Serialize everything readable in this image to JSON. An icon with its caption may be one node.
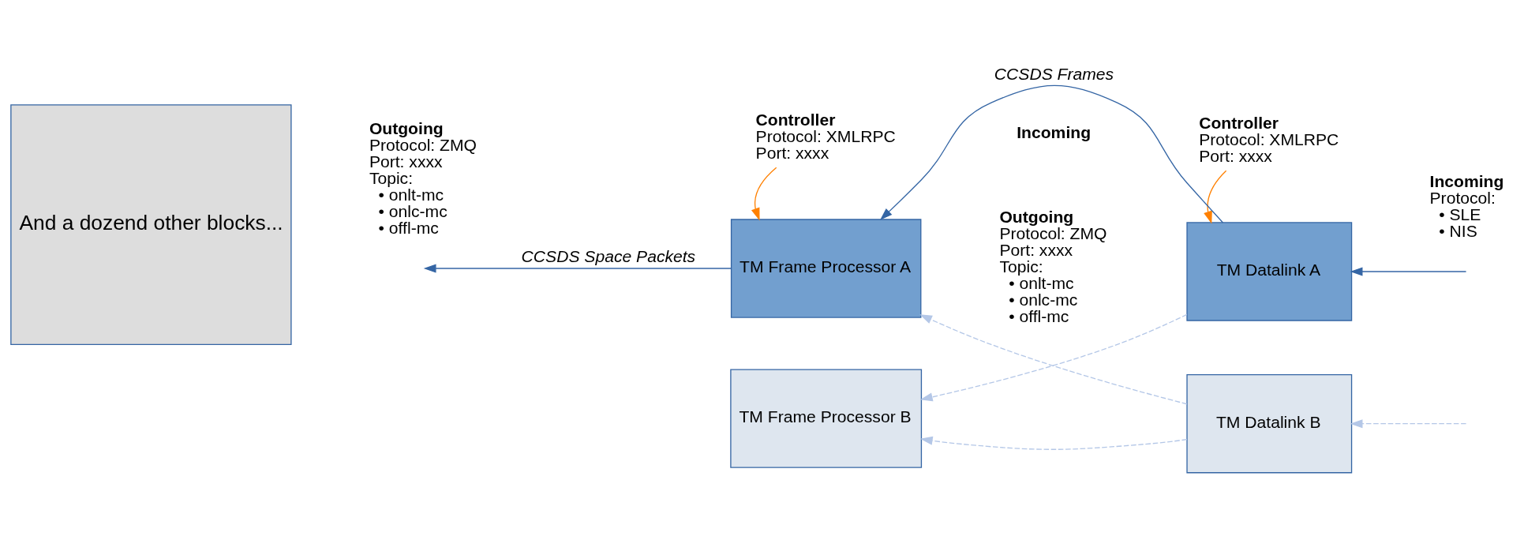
{
  "diagram": {
    "nodes": [
      {
        "text": [
          "Controller",
          "Protocol: XMLRPC",
          "Port: xxxx"
        ]
      },
      {
        "text": [
          "TM Frame Processor A"
        ]
      },
      {
        "text": [
          "Controller",
          "Protocol: XMLRPC",
          "Port: xxxx"
        ]
      },
      {
        "text": [
          "TM Datalink A"
        ]
      },
      {
        "text": [
          "TM Frame Processor B"
        ]
      },
      {
        "text": [
          "TM Datalink B"
        ]
      },
      {
        "text": [
          "And a dozend other blocks..."
        ]
      }
    ],
    "edges": [
      {
        "from": 0,
        "to": 1,
        "arrow": "to",
        "color": "#ff8000"
      },
      {
        "from": 2,
        "to": 3,
        "arrow": "to",
        "color": "#ff8000"
      },
      {
        "from": 1,
        "to": null,
        "arrow": "to",
        "label": "CCSDS Space Packets",
        "color": "#3465a4"
      },
      {
        "from": 3,
        "to": 1,
        "arrow": "to",
        "label": "CCSDS Frames",
        "color": "#3465a4"
      },
      {
        "from": null,
        "to": 3,
        "arrow": "to",
        "color": "#3465a4"
      },
      {
        "from": 3,
        "to": 4,
        "arrow": "to",
        "style": "dashed",
        "color": "#b4c7e7"
      },
      {
        "from": 5,
        "to": 1,
        "arrow": "to",
        "style": "dashed",
        "color": "#b4c7e7"
      },
      {
        "from": 5,
        "to": 4,
        "arrow": "to",
        "style": "dashed",
        "color": "#b4c7e7"
      },
      {
        "from": null,
        "to": 5,
        "arrow": "to",
        "style": "dashed",
        "color": "#b4c7e7"
      }
    ],
    "labels": [
      "Outgoing",
      "Protocol: ZMQ",
      "Port: xxxx",
      "Topic:",
      "• onlt-mc",
      "• onlc-mc",
      "• offl-mc",
      "Incoming",
      "Outgoing",
      "Protocol: ZMQ",
      "Port: xxxx",
      "Topic:",
      "• onlt-mc",
      "• onlc-mc",
      "• offl-mc",
      "Incoming",
      "Protocol:",
      "• SLE",
      "• NIS"
    ]
  }
}
